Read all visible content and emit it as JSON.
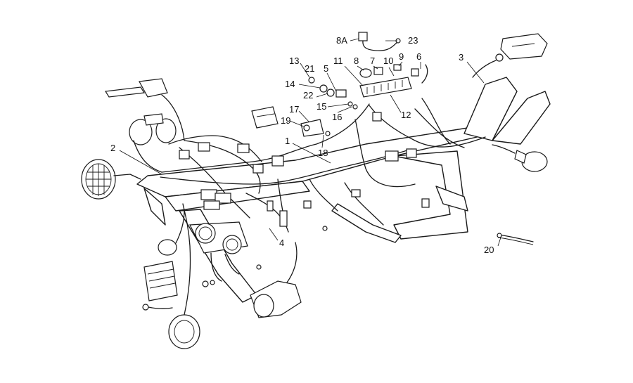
{
  "diagram": {
    "callouts": [
      {
        "id": "c-1",
        "label": "1"
      },
      {
        "id": "c-2",
        "label": "2"
      },
      {
        "id": "c-3",
        "label": "3"
      },
      {
        "id": "c-4",
        "label": "4"
      },
      {
        "id": "c-5",
        "label": "5"
      },
      {
        "id": "c-6",
        "label": "6"
      },
      {
        "id": "c-7",
        "label": "7"
      },
      {
        "id": "c-8",
        "label": "8"
      },
      {
        "id": "c-8a",
        "label": "8A"
      },
      {
        "id": "c-9",
        "label": "9"
      },
      {
        "id": "c-10",
        "label": "10"
      },
      {
        "id": "c-11",
        "label": "11"
      },
      {
        "id": "c-12",
        "label": "12"
      },
      {
        "id": "c-13",
        "label": "13"
      },
      {
        "id": "c-14",
        "label": "14"
      },
      {
        "id": "c-15",
        "label": "15"
      },
      {
        "id": "c-16",
        "label": "16"
      },
      {
        "id": "c-17",
        "label": "17"
      },
      {
        "id": "c-18",
        "label": "18"
      },
      {
        "id": "c-19",
        "label": "19"
      },
      {
        "id": "c-20",
        "label": "20"
      },
      {
        "id": "c-21",
        "label": "21"
      },
      {
        "id": "c-22",
        "label": "22"
      },
      {
        "id": "c-23",
        "label": "23"
      }
    ],
    "colors": {
      "ink": "#1a1a1a",
      "paper": "#ffffff"
    }
  }
}
